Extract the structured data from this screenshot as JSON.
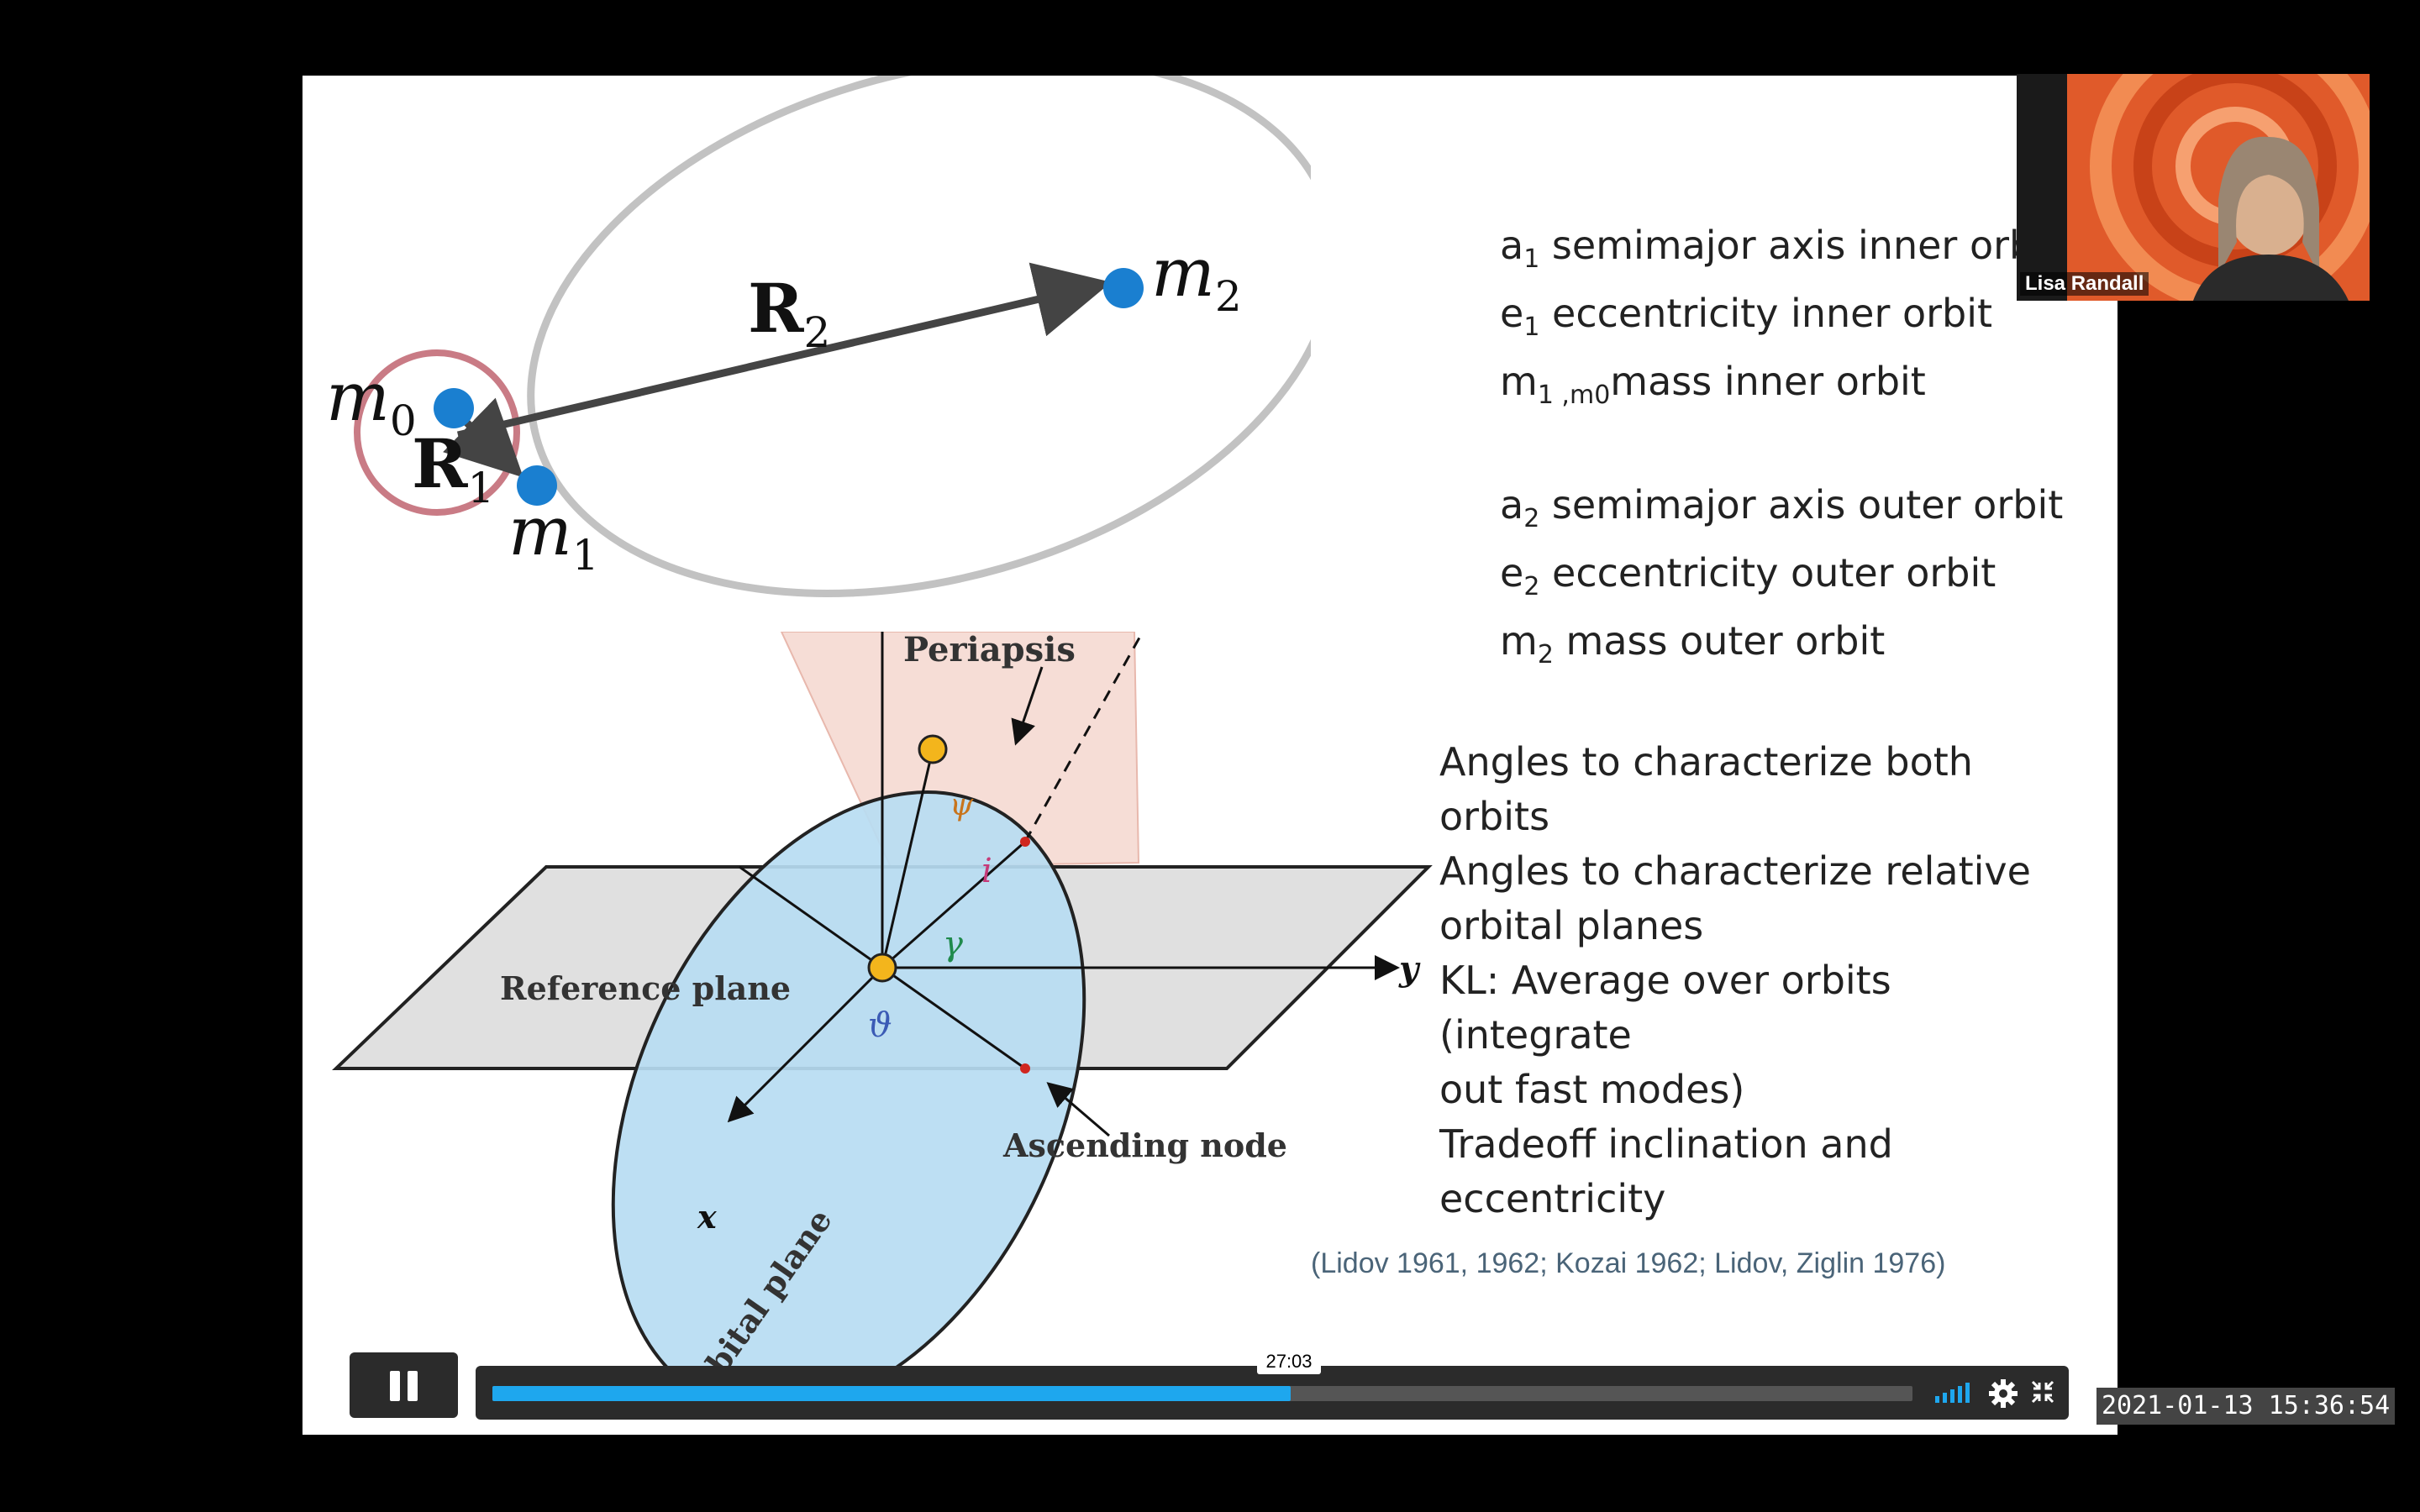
{
  "slide": {
    "parameters": [
      {
        "symbol": "a",
        "sub": "1",
        "text": "semimajor axis inner orbit"
      },
      {
        "symbol": "e",
        "sub": "1",
        "text": "eccentricity inner orbit"
      },
      {
        "symbol": "m",
        "sub": "1 ,m0",
        "text": "mass inner orbit"
      },
      {
        "symbol": "a",
        "sub": "2",
        "text": "semimajor axis outer orbit"
      },
      {
        "symbol": "e",
        "sub": "2",
        "text": "eccentricity outer orbit"
      },
      {
        "symbol": "m",
        "sub": "2",
        "text": "mass outer orbit"
      }
    ],
    "angles_lines": [
      "Angles to characterize both orbits",
      "Angles to characterize relative",
      "orbital planes",
      "KL: Average over orbits (integrate",
      "out fast modes)",
      "Tradeoff inclination and",
      "eccentricity"
    ],
    "citation": "(Lidov 1961, 1962; Kozai 1962; Lidov, Ziglin 1976)",
    "diagram_top": {
      "m0": "m",
      "m0_sub": "0",
      "m1": "m",
      "m1_sub": "1",
      "m2": "m",
      "m2_sub": "2",
      "R1": "R",
      "R1_sub": "1",
      "R2": "R",
      "R2_sub": "2"
    },
    "diagram_bottom": {
      "periapsis": "Periapsis",
      "reference_plane": "Reference plane",
      "orbital_plane": "Orbital plane",
      "ascending_node": "Ascending node",
      "axis_x": "x",
      "axis_y": "y",
      "angle_psi": "ψ",
      "angle_i": "i",
      "angle_gamma": "γ",
      "angle_theta": "ϑ"
    }
  },
  "webcam": {
    "name": "Lisa Randall"
  },
  "player": {
    "tooltip_time": "27:03",
    "progress_fraction": 0.562,
    "timestamp": "2021-01-13 15:36:54"
  },
  "colors": {
    "dot_blue": "#1a7fd0",
    "inner_orbit": "#c97b85",
    "outer_orbit": "#c2c2c2",
    "progress": "#1ea7ee",
    "orbital_plane": "#b7dcf2"
  }
}
